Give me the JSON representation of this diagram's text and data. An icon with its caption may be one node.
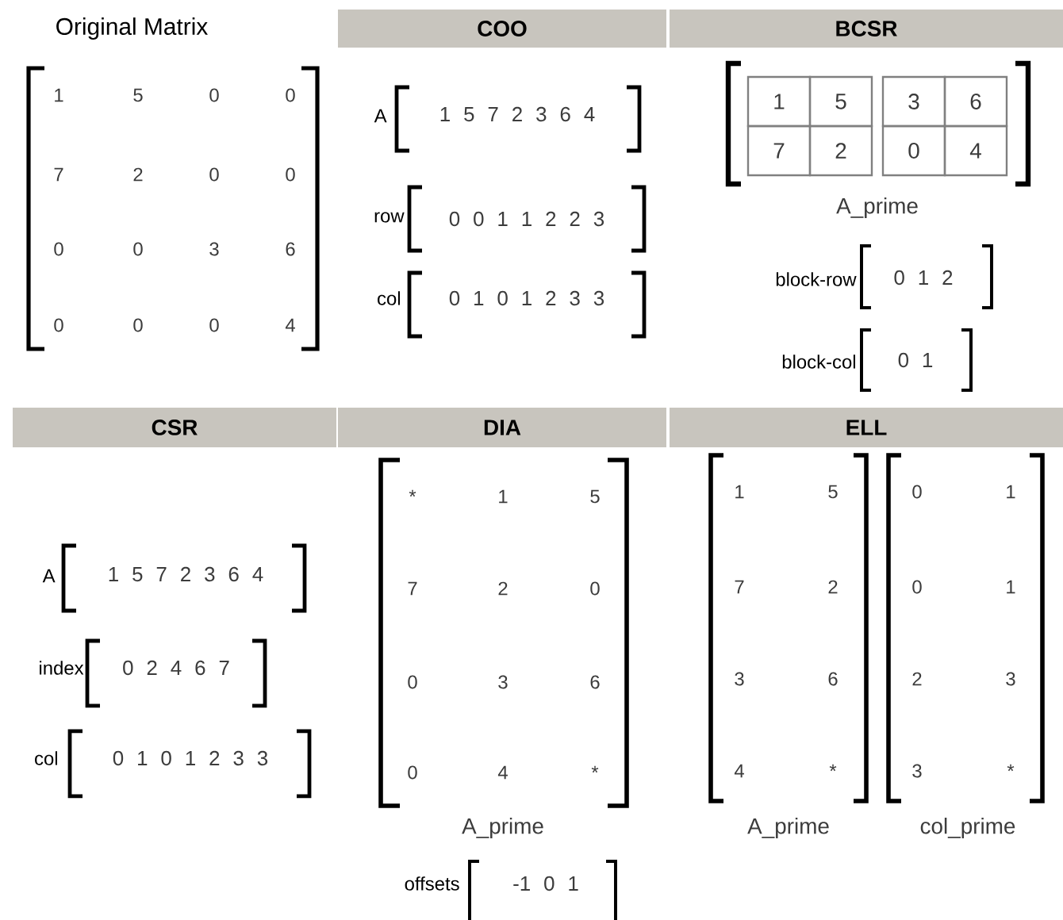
{
  "diagram": {
    "nodes": [
      {
        "text": [
          "COO"
        ]
      },
      {
        "text": [
          "BCSR"
        ]
      },
      {
        "text": [
          "CSR"
        ]
      },
      {
        "text": [
          "DIA"
        ]
      },
      {
        "text": [
          "ELL"
        ]
      }
    ],
    "labels": [
      "Original Matrix",
      "1",
      "5",
      "0",
      "0",
      "7",
      "2",
      "0",
      "0",
      "0",
      "0",
      "3",
      "6",
      "0",
      "0",
      "0",
      "4",
      "A",
      "1 5 7 2 3 6 4",
      "row",
      "0 0 1 1 2 2 3",
      "col",
      "0 1 0 1 2 3 3",
      "1",
      "5",
      "3",
      "6",
      "7",
      "2",
      "0",
      "4",
      "A_prime",
      "block-row",
      "0 1 2",
      "block-col",
      "0 1",
      "A",
      "1 5 7 2 3 6 4",
      "index",
      "0 2 4 6 7",
      "col",
      "0 1 0 1 2 3 3",
      "*",
      "1",
      "5",
      "7",
      "2",
      "0",
      "0",
      "3",
      "6",
      "0",
      "4",
      "*",
      "A_prime",
      "offsets",
      "-1 0 1",
      "1",
      "5",
      "7",
      "2",
      "3",
      "6",
      "4",
      "*",
      "0",
      "1",
      "0",
      "1",
      "2",
      "3",
      "3",
      "*",
      "A_prime",
      "col_prime"
    ]
  }
}
